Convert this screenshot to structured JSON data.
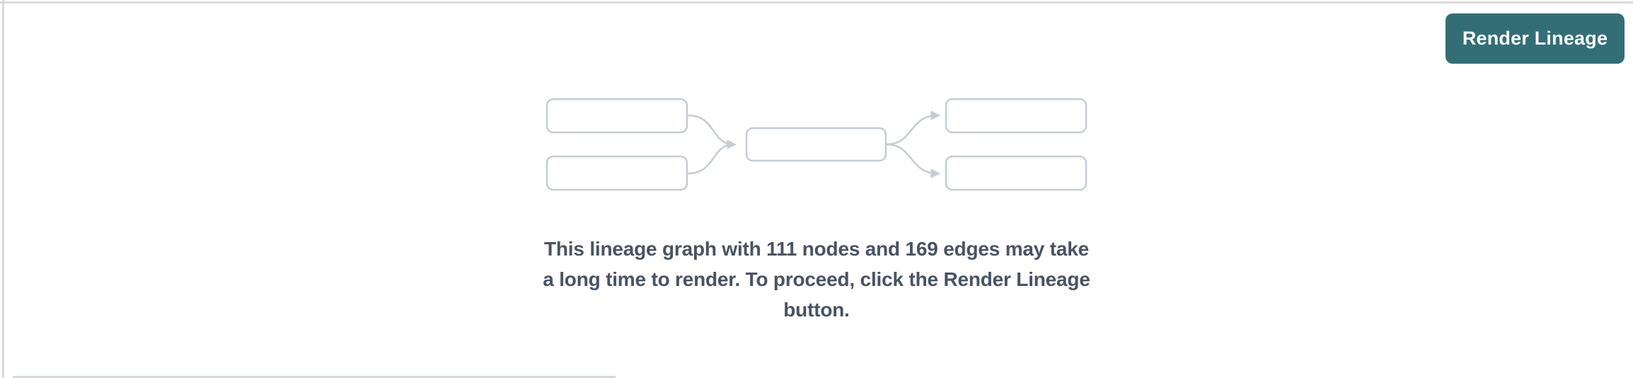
{
  "header": {
    "render_button": {
      "label": "Render Lineage"
    }
  },
  "empty_state": {
    "message": "This lineage graph with 111 nodes and 169 edges may take a long time to render. To proceed, click the Render Lineage button.",
    "message_lines": [
      "This lineage graph with 111 nodes and 169 edges may take",
      "a long time to render. To proceed, click the Render Lineage",
      "button."
    ],
    "stats": {
      "nodes": 111,
      "edges": 169
    },
    "illustration": "lineage-graph-placeholder"
  },
  "colors": {
    "accent_teal": "#336e76",
    "button_text": "#ffffff",
    "message_text": "#4a5363",
    "diagram_stroke": "#c6ccd4",
    "divider": "#d9dadd"
  }
}
